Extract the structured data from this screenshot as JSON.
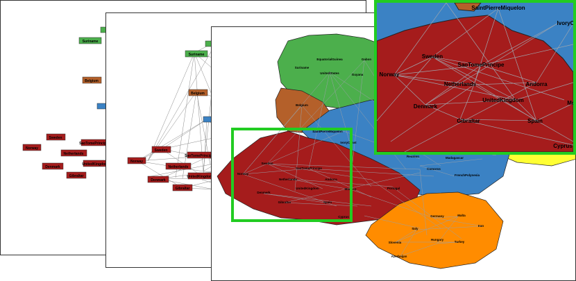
{
  "colors": {
    "red": "#a51c1c",
    "blue": "#3b82c4",
    "green": "#4caf4c",
    "brown": "#b4602a",
    "orange": "#ff8c00",
    "yellow": "#ffff33",
    "edge": "#888888",
    "highlight": "#22cc22"
  },
  "panel1_labels": {
    "suriname": "Suriname",
    "belgium": "Belgium",
    "sweden": "Sweden",
    "norway": "Norway",
    "saotome": "SaoTomePrincipe",
    "netherlands": "Netherlands",
    "denmark": "Denmark",
    "unitedkingdom": "UnitedKingdom",
    "gibraltar": "Gibraltar"
  },
  "map_labels": {
    "equatorialguinea": "EquatorialGuinea",
    "gabon": "Gabon",
    "suriname": "Suriname",
    "unitedstates": "UnitedStates",
    "guyana": "Guyana",
    "belgium": "Belgium",
    "saintpierre": "SaintPierreMiquelon",
    "ivorycoast": "IvoryCoast",
    "sweden": "Sweden",
    "norway": "Norway",
    "saotome": "SaoTomePrincipe",
    "netherlands": "Netherlands",
    "andorra": "Andorra",
    "denmark": "Denmark",
    "unitedkingdom": "UnitedKingdom",
    "gibraltar": "Gibraltar",
    "spain": "Spain",
    "monaco": "Monaco",
    "portugal": "Portugal",
    "cyprus": "Cyprus",
    "reunion": "Reunion",
    "madagascar": "Madagascar",
    "comoros": "Comoros",
    "frenchpolynesia": "FrenchPolynesia",
    "germany": "Germany",
    "malta": "Malta",
    "italy": "Italy",
    "iran": "Iran",
    "hungary": "Hungary",
    "turkey": "Turkey",
    "slovenia": "Slovenia",
    "azerbaijan": "Azerbaijan"
  },
  "zoom_labels": {
    "saintpierre": "SaintPierreMiquelon",
    "ivory": "IvoryC",
    "sweden": "Sweden",
    "norway": "Norway",
    "saotome": "SaoTomePrincipe",
    "netherlands": "Netherlands",
    "andorra": "Andorra",
    "denmark": "Denmark",
    "unitedkingdom": "UnitedKingdom",
    "mo": "Mo",
    "gibraltar": "Gibraltar",
    "spain": "Spain",
    "cyprus": "Cyprus"
  }
}
